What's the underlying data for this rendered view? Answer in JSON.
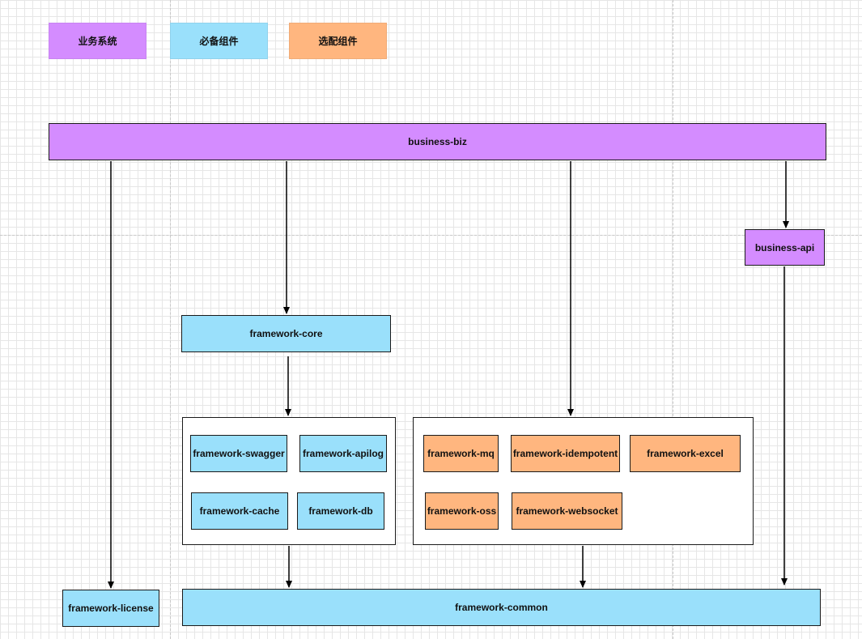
{
  "legend": {
    "business": {
      "label": "业务系统",
      "color": "#d48cff"
    },
    "required": {
      "label": "必备组件",
      "color": "#9ae0fb"
    },
    "optional": {
      "label": "选配组件",
      "color": "#ffb67f"
    }
  },
  "nodes": {
    "business_biz": "business-biz",
    "business_api": "business-api",
    "framework_core": "framework-core",
    "framework_swagger": "framework-swagger",
    "framework_apilog": "framework-apilog",
    "framework_cache": "framework-cache",
    "framework_db": "framework-db",
    "framework_mq": "framework-mq",
    "framework_idempotent": "framework-idempotent",
    "framework_excel": "framework-excel",
    "framework_oss": "framework-oss",
    "framework_websocket": "framework-websocket",
    "framework_license": "framework-license",
    "framework_common": "framework-common"
  },
  "edges": [
    {
      "from": "business-biz",
      "to": "framework-license"
    },
    {
      "from": "business-biz",
      "to": "framework-core"
    },
    {
      "from": "business-biz",
      "to": "optional-components-group"
    },
    {
      "from": "business-biz",
      "to": "business-api"
    },
    {
      "from": "business-api",
      "to": "framework-common"
    },
    {
      "from": "framework-core",
      "to": "required-components-group"
    },
    {
      "from": "required-components-group",
      "to": "framework-common"
    },
    {
      "from": "optional-components-group",
      "to": "framework-common"
    }
  ]
}
